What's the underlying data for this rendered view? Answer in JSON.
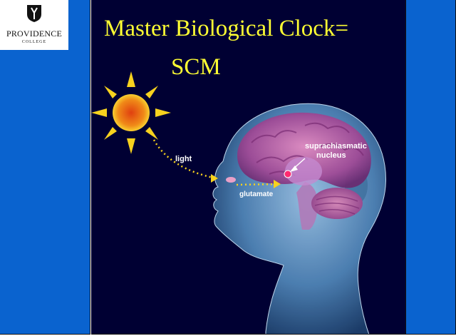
{
  "logo": {
    "name": "PROVIDENCE",
    "subtitle": "COLLEGE"
  },
  "slide": {
    "title_line1": "Master Biological Clock=",
    "title_line2": "SCM"
  },
  "diagram": {
    "label_light": "light",
    "label_scn_line1": "suprachiasmatic",
    "label_scn_line2": "nucleus",
    "label_glutamate": "glutamate"
  },
  "colors": {
    "side_blue": "#0a63cf",
    "panel_navy": "#000033",
    "title_yellow": "#ffff33"
  }
}
